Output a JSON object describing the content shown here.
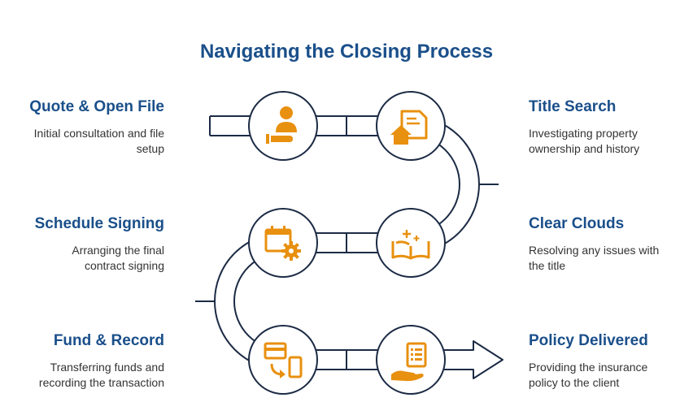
{
  "title": "Navigating the Closing Process",
  "steps": [
    {
      "title": "Quote & Open File",
      "desc_lines": [
        "Initial consultation and file",
        "setup"
      ],
      "icon": "person-hand-icon"
    },
    {
      "title": "Title Search",
      "desc_lines": [
        "Investigating property",
        "ownership and history"
      ],
      "icon": "house-document-icon"
    },
    {
      "title": "Schedule Signing",
      "desc_lines": [
        "Arranging the final",
        "contract signing"
      ],
      "icon": "calendar-gear-icon"
    },
    {
      "title": "Clear Clouds",
      "desc_lines": [
        "Resolving any issues with",
        "the title"
      ],
      "icon": "open-book-sparkle-icon"
    },
    {
      "title": "Fund & Record",
      "desc_lines": [
        "Transferring funds and",
        "recording the transaction"
      ],
      "icon": "card-phone-transfer-icon"
    },
    {
      "title": "Policy Delivered",
      "desc_lines": [
        "Providing the insurance",
        "policy to the client"
      ],
      "icon": "hand-document-icon"
    }
  ],
  "colors": {
    "title": "#1a4f8a",
    "stroke": "#1c2b45",
    "icon": "#e8900f",
    "text": "#333333"
  }
}
